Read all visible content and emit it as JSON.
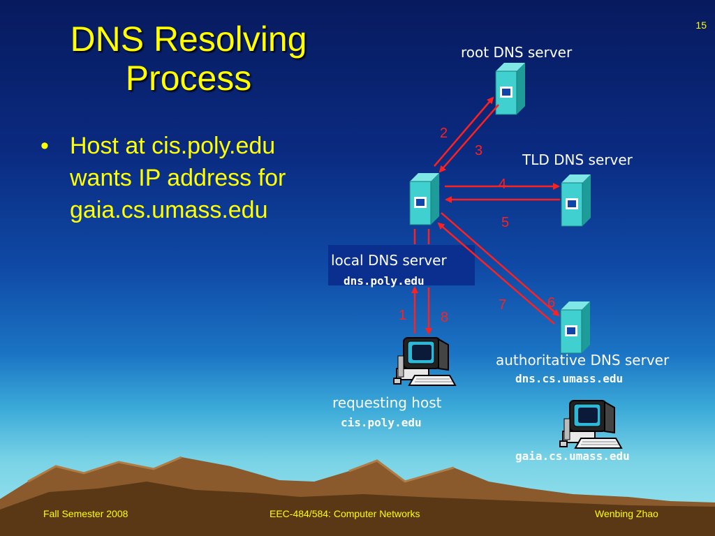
{
  "title": "DNS Resolving Process",
  "page_number": "15",
  "bullet": "Host at cis.poly.edu wants IP address for gaia.cs.umass.edu",
  "nodes": {
    "root": {
      "label": "root DNS server"
    },
    "tld": {
      "label": "TLD DNS server"
    },
    "local": {
      "label": "local DNS server",
      "host": "dns.poly.edu"
    },
    "authoritative": {
      "label": "authoritative DNS server",
      "host": "dns.cs.umass.edu"
    },
    "requesting": {
      "label": "requesting host",
      "host": "cis.poly.edu"
    },
    "target": {
      "host": "gaia.cs.umass.edu"
    }
  },
  "steps": [
    "1",
    "2",
    "3",
    "4",
    "5",
    "6",
    "7",
    "8"
  ],
  "footer": {
    "left": "Fall Semester 2008",
    "center": "EEC-484/584: Computer Networks",
    "right": "Wenbing Zhao"
  },
  "colors": {
    "title": "#ffff00",
    "arrow": "#ff2020",
    "server": "#3fd0cf"
  }
}
